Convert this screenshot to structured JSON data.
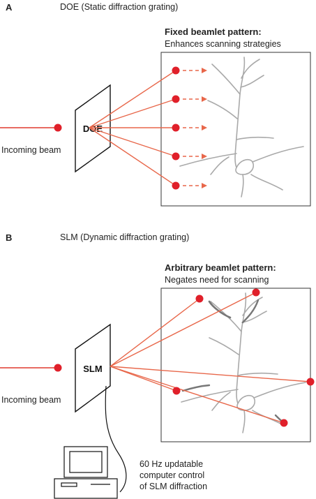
{
  "panel_a": {
    "letter": "A",
    "title": "DOE (Static diffraction grating)",
    "pattern_title": "Fixed beamlet pattern:",
    "pattern_subtitle": "Enhances scanning strategies",
    "element_label": "DOE",
    "incoming_label": "Incoming beam"
  },
  "panel_b": {
    "letter": "B",
    "title": "SLM (Dynamic diffraction grating)",
    "pattern_title": "Arbitrary beamlet pattern:",
    "pattern_subtitle": "Negates need for scanning",
    "element_label": "SLM",
    "incoming_label": "Incoming beam",
    "control_line1": "60 Hz updatable",
    "control_line2": "computer control",
    "control_line3": "of SLM diffraction"
  },
  "colors": {
    "beam": "#e8674a",
    "dot": "#e0202a",
    "neuron": "#a9a9a9",
    "frame": "#333333"
  },
  "icons": [
    "computer-icon"
  ]
}
